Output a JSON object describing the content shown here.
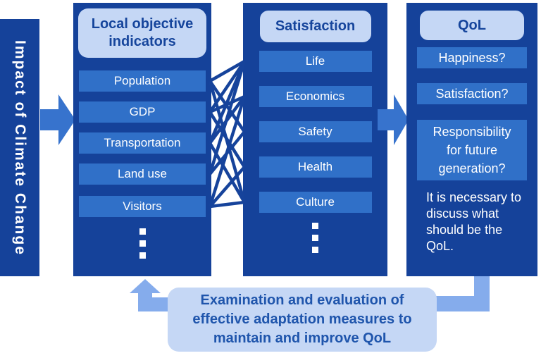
{
  "palette": {
    "column_bg": "#15429A",
    "item_bg": "#3070C8",
    "header_bg": "#C5D7F5",
    "header_text": "#16459C",
    "arrow_blue": "#3773CD",
    "connector_blue": "#85ACEC",
    "line_color": "#16439B",
    "bottom_text": "#1F55AC"
  },
  "banner": {
    "label": "Impact of Climate Change"
  },
  "columns": [
    {
      "header": "Local objective indicators",
      "items": [
        "Population",
        "GDP",
        "Transportation",
        "Land use",
        "Visitors"
      ],
      "has_ellipsis": true
    },
    {
      "header": "Satisfaction",
      "items": [
        "Life",
        "Economics",
        "Safety",
        "Health",
        "Culture"
      ],
      "has_ellipsis": true
    },
    {
      "header": "QoL",
      "items": [
        "Happiness?",
        "Satisfaction?",
        "Responsibility for future generation?"
      ],
      "note": "It is necessary to discuss what should be the QoL."
    }
  ],
  "connections": {
    "edges": [
      [
        0,
        0
      ],
      [
        0,
        2
      ],
      [
        0,
        4
      ],
      [
        1,
        0
      ],
      [
        1,
        1
      ],
      [
        1,
        3
      ],
      [
        2,
        0
      ],
      [
        2,
        1
      ],
      [
        2,
        4
      ],
      [
        3,
        0
      ],
      [
        3,
        2
      ],
      [
        4,
        1
      ],
      [
        4,
        3
      ],
      [
        4,
        4
      ]
    ]
  },
  "bottom_box": {
    "label": "Examination and evaluation of effective adaptation measures to maintain and improve QoL"
  }
}
